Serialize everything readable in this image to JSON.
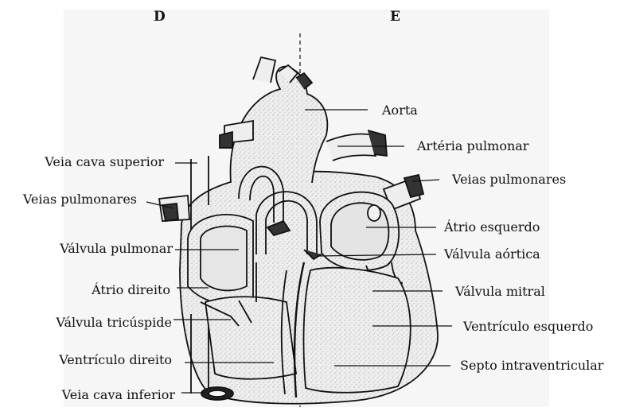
{
  "sides": {
    "right": "D",
    "left": "E"
  },
  "labels_left": [
    "Veia cava superior",
    "Veias pulmonares",
    "Válvula pulmonar",
    "Átrio direito",
    "Válvula tricúspide",
    "Ventrículo direito",
    "Veia cava inferior"
  ],
  "labels_right": [
    "Aorta",
    "Artéria pulmonar",
    "Veias pulmonares",
    "Átrio esquerdo",
    "Válvula aórtica",
    "Válvula mitral",
    "Ventrículo esquerdo",
    "Septo intraventricular"
  ],
  "colors": {
    "line": "#111111",
    "tissue": "#e9e9e9",
    "background_patch": "#f6f6f6"
  }
}
